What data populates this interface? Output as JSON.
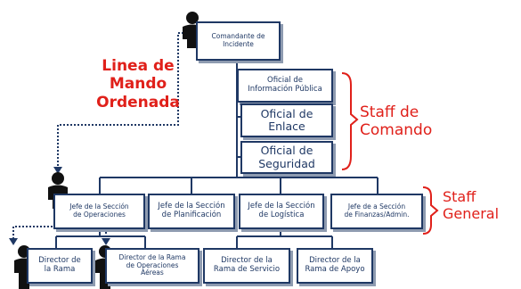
{
  "title_label": "Linea de\nMando\nOrdenada",
  "staff_comando_label": "Staff de\nComando",
  "staff_general_label": "Staff\nGeneral",
  "nodes": {
    "comandante": "Comandante de\nIncidente",
    "info_publica": "Oficial de\nInformación Pública",
    "enlace": "Oficial de\nEnlace",
    "seguridad": "Oficial de\nSeguridad",
    "operaciones": "Jefe de la Sección\nde Operaciones",
    "planificacion": "Jefe de la Sección\nde Planificación",
    "logistica": "Jefe de la Sección\nde Logística",
    "finanzas": "Jefe de a Sección\nde Finanzas/Admin.",
    "director_rama": "Director de\nla Rama",
    "director_aereas": "Director de la Rama\nde Operaciones\nAéreas",
    "director_servicio": "Director de la\nRama de Servicio",
    "director_apoyo": "Director de la\nRama de Apoyo"
  },
  "colors": {
    "box_border": "#1f3864",
    "line": "#1f3864",
    "accent": "#e0201a",
    "figure": "#111111"
  }
}
